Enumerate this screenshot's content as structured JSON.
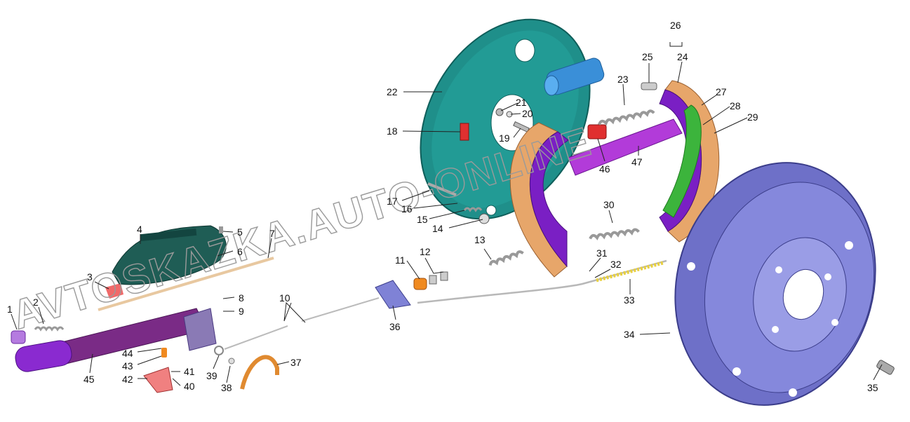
{
  "watermark": "AVTOSKAZKA.AUTO-ONLINE",
  "colors": {
    "backplate": "#1f8f8a",
    "shoe": "#7a1fc4",
    "lining": "#e7a66a",
    "drum": "#7f82d6",
    "lever": "#7a2b86",
    "boot": "#1f5d55",
    "spring": "#c9c9c9",
    "red_part": "#e03030",
    "orange_part": "#f08a20",
    "green_part": "#3cb43c",
    "cylinder": "#3a8fd8"
  },
  "callouts": {
    "n1": "1",
    "n2": "2",
    "n3": "3",
    "n4": "4",
    "n5": "5",
    "n6": "6",
    "n7": "7",
    "n8": "8",
    "n9": "9",
    "n10": "10",
    "n11": "11",
    "n12": "12",
    "n13": "13",
    "n14": "14",
    "n15": "15",
    "n16": "16",
    "n17": "17",
    "n18": "18",
    "n19": "19",
    "n20": "20",
    "n21": "21",
    "n22": "22",
    "n23": "23",
    "n24": "24",
    "n25": "25",
    "n26": "26",
    "n27": "27",
    "n28": "28",
    "n29": "29",
    "n30": "30",
    "n31": "31",
    "n32": "32",
    "n33": "33",
    "n34": "34",
    "n35": "35",
    "n36": "36",
    "n37": "37",
    "n38": "38",
    "n39": "39",
    "n40": "40",
    "n41": "41",
    "n42": "42",
    "n43": "43",
    "n44": "44",
    "n45": "45",
    "n46": "46",
    "n47": "47"
  }
}
